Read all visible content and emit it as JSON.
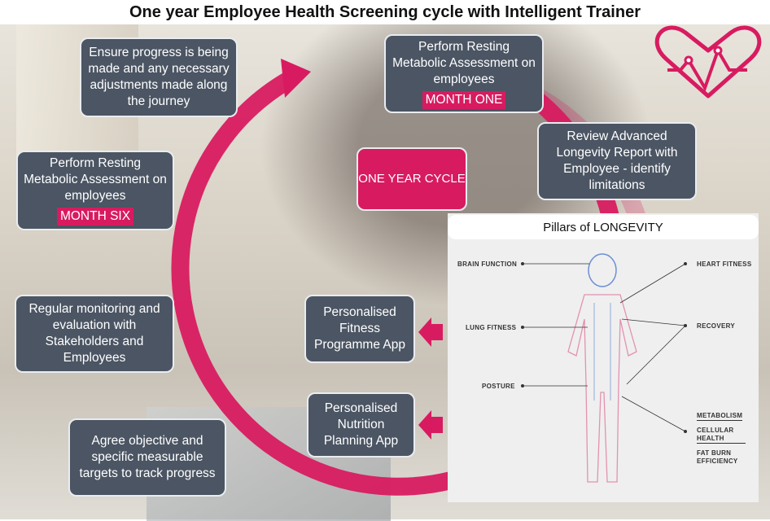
{
  "title": "One year Employee Health Screening cycle with Intelligent Trainer",
  "logo_icon": "heart-pulse-icon",
  "accent_color": "#d81b60",
  "box_color": "#4b5563",
  "center": {
    "cycle_label": "ONE YEAR CYCLE"
  },
  "steps": {
    "month_one": {
      "text": "Perform Resting Metabolic Assessment on employees",
      "tag": "MONTH ONE"
    },
    "review": {
      "text": "Review Advanced Longevity Report with Employee - identify limitations"
    },
    "fitness_app": {
      "text": "Personalised Fitness Programme App"
    },
    "nutrition_app": {
      "text": "Personalised Nutrition Planning App"
    },
    "agree": {
      "text": "Agree objective and specific measurable targets to track progress"
    },
    "monitoring": {
      "text": "Regular monitoring and evaluation with Stakeholders and Employees"
    },
    "month_six": {
      "text": "Perform Resting Metabolic Assessment on employees",
      "tag": "MONTH SIX"
    },
    "progress": {
      "text": "Ensure progress is being made and any necessary adjustments made along the journey"
    }
  },
  "pillars": {
    "title": "Pillars of LONGEVITY",
    "brain": "BRAIN FUNCTION",
    "lung": "LUNG FITNESS",
    "posture": "POSTURE",
    "heart": "HEART FITNESS",
    "recovery": "RECOVERY",
    "metabolism": "METABOLISM",
    "cellular": "CELLULAR HEALTH",
    "fatburn": "FAT BURN EFFICIENCY"
  }
}
